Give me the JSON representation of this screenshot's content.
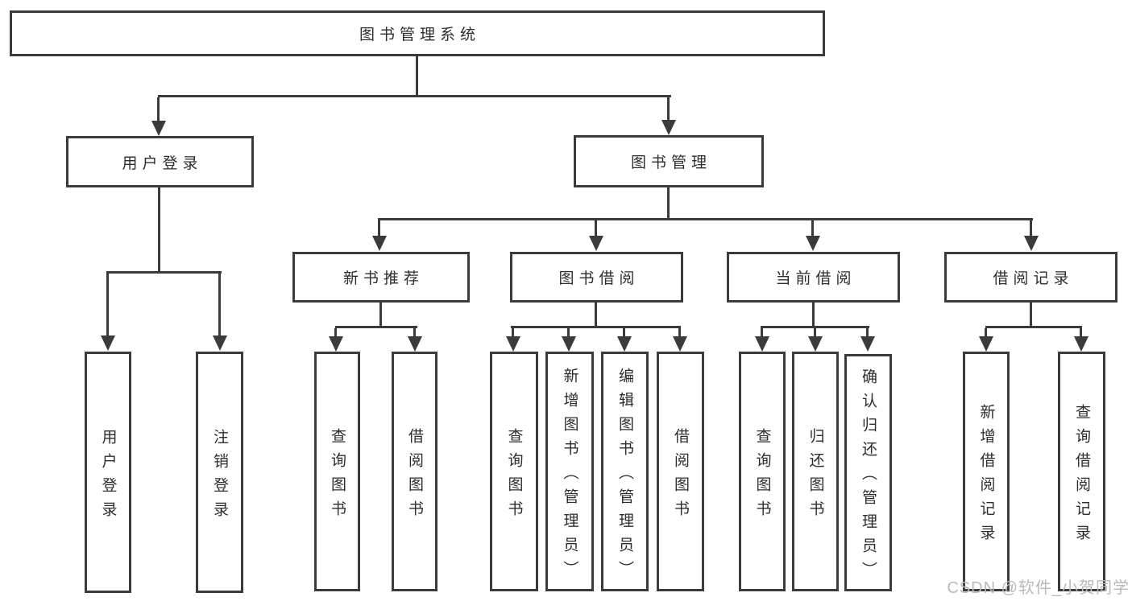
{
  "diagram": {
    "type": "hierarchy-tree",
    "line_color": "#3b3b3b",
    "box_background": "#ffffff",
    "root": {
      "label": "图书管理系统",
      "children": [
        {
          "label": "用户登录",
          "children": [
            {
              "label": "用户登录"
            },
            {
              "label": "注销登录"
            }
          ]
        },
        {
          "label": "图书管理",
          "children": [
            {
              "label": "新书推荐",
              "children": [
                {
                  "label": "查询图书"
                },
                {
                  "label": "借阅图书"
                }
              ]
            },
            {
              "label": "图书借阅",
              "children": [
                {
                  "label": "查询图书"
                },
                {
                  "label": "新增图书（管理员）"
                },
                {
                  "label": "编辑图书（管理员）"
                },
                {
                  "label": "借阅图书"
                }
              ]
            },
            {
              "label": "当前借阅",
              "children": [
                {
                  "label": "查询图书"
                },
                {
                  "label": "归还图书"
                },
                {
                  "label": "确认归还（管理员）"
                }
              ]
            },
            {
              "label": "借阅记录",
              "children": [
                {
                  "label": "新增借阅记录"
                },
                {
                  "label": "查询借阅记录"
                }
              ]
            }
          ]
        }
      ]
    }
  },
  "watermark": {
    "text": "CSDN @软件_小贺同学",
    "color": "#b9b9b9"
  }
}
